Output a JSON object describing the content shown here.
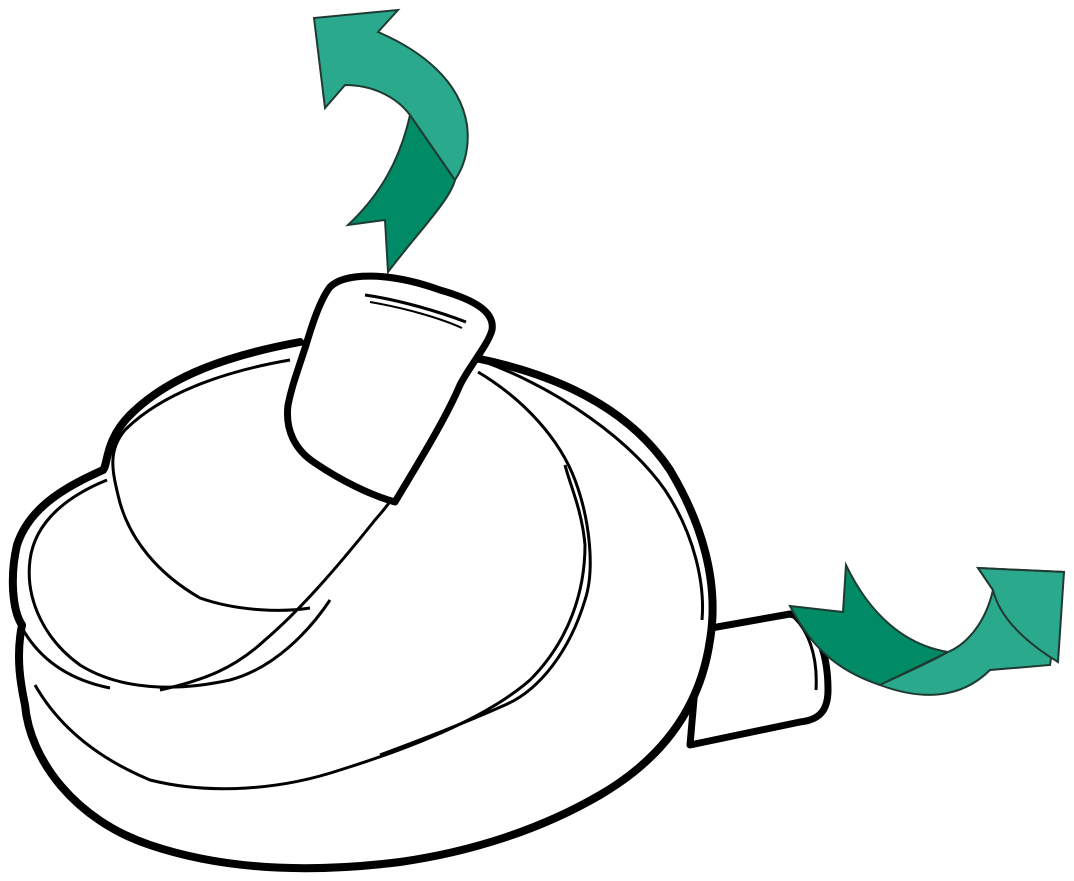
{
  "diagram": {
    "background": "#ffffff",
    "line_color": "#000000",
    "arrow_light": "#2aa98c",
    "arrow_dark": "#008a66",
    "arrow_outline": "#1f3a32",
    "fill": "#ffffff",
    "parts": [
      {
        "id": "top-arrow",
        "icon": "curved-arrow-up-left"
      },
      {
        "id": "right-arrow",
        "icon": "curved-arrow-up-right"
      },
      {
        "id": "body",
        "icon": "spiral-shell-body"
      },
      {
        "id": "top-tube",
        "icon": "tube-stub"
      },
      {
        "id": "side-tube",
        "icon": "tube-stub"
      }
    ]
  }
}
